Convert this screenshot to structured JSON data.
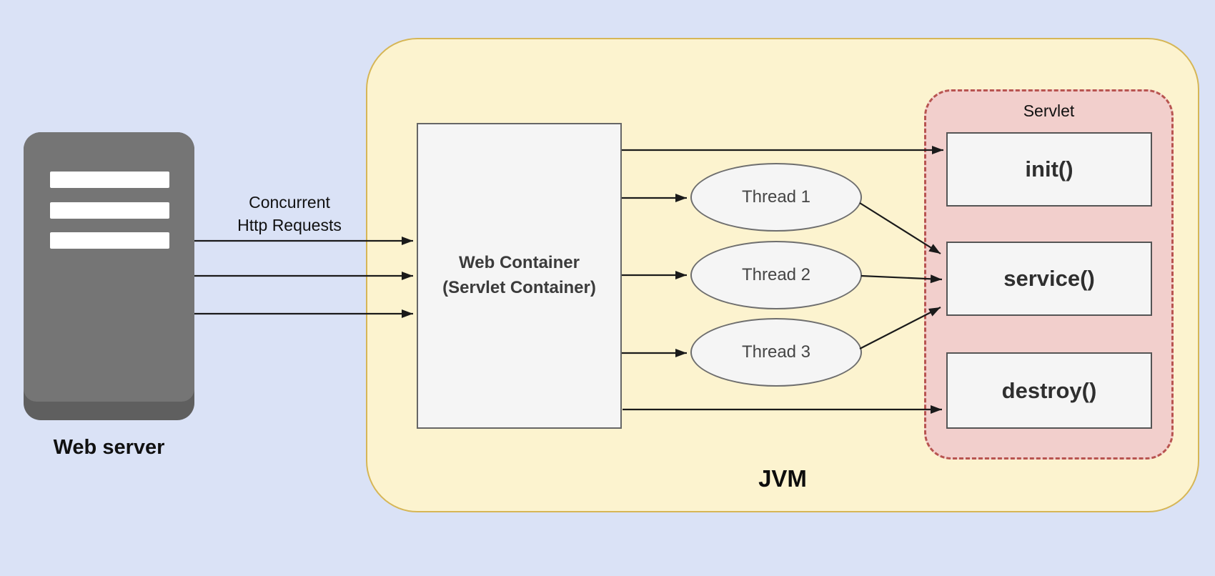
{
  "web_server": {
    "label": "Web server"
  },
  "requests": {
    "label": "Concurrent\nHttp Requests"
  },
  "web_container": {
    "label": "Web Container\n(Servlet Container)"
  },
  "threads": [
    {
      "label": "Thread 1"
    },
    {
      "label": "Thread 2"
    },
    {
      "label": "Thread 3"
    }
  ],
  "jvm": {
    "label": "JVM"
  },
  "servlet": {
    "label": "Servlet",
    "methods": [
      {
        "label": "init()"
      },
      {
        "label": "service()"
      },
      {
        "label": "destroy()"
      }
    ]
  },
  "colors": {
    "background": "#dae2f6",
    "jvm_fill": "#fcf3cf",
    "jvm_border": "#d6b656",
    "servlet_fill": "#f2cfcc",
    "servlet_border": "#b85450",
    "node_fill": "#f5f5f5",
    "node_border": "#666666",
    "server_body": "#757575",
    "server_base": "#5f5f5f",
    "arrow": "#1a1a1a"
  }
}
